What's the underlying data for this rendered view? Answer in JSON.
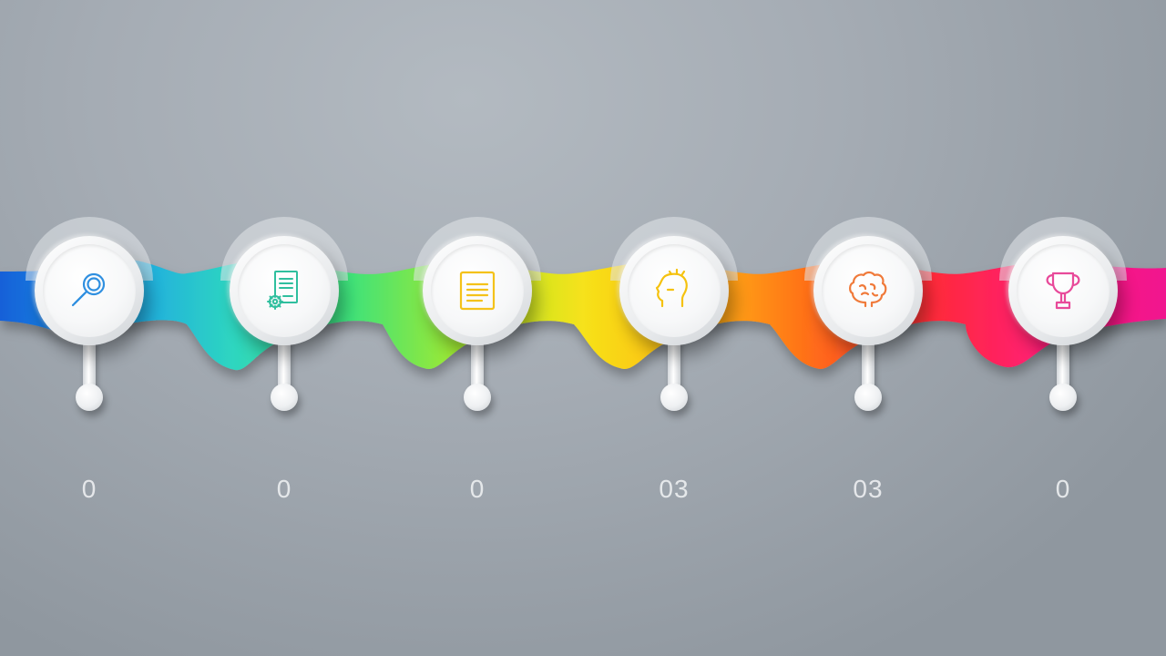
{
  "steps": [
    {
      "number": "0",
      "icon": "magnifier-icon",
      "color": "#2f8fe0"
    },
    {
      "number": "0",
      "icon": "document-gear-icon",
      "color": "#2fbf9e"
    },
    {
      "number": "0",
      "icon": "notepad-icon",
      "color": "#f4c21a"
    },
    {
      "number": "03",
      "icon": "head-idea-icon",
      "color": "#f5c20f"
    },
    {
      "number": "03",
      "icon": "brain-icon",
      "color": "#f07a3a"
    },
    {
      "number": "0",
      "icon": "trophy-icon",
      "color": "#e84a9a"
    }
  ],
  "band_colors": [
    "#1560d8",
    "#1ea2e8",
    "#2ed6c0",
    "#3fe27a",
    "#a8ea2c",
    "#f6e21a",
    "#ffb410",
    "#ff6a1a",
    "#ff2a3a",
    "#ff1e7a",
    "#f0158f"
  ]
}
